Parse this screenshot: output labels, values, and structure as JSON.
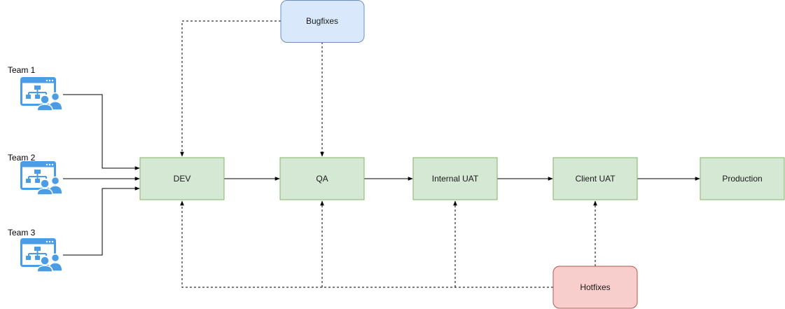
{
  "colors": {
    "stage_fill": "#d5e8d4",
    "stage_stroke": "#82b366",
    "bugfix_fill": "#dae8fc",
    "bugfix_stroke": "#6c8ebf",
    "hotfix_fill": "#f8cecc",
    "hotfix_stroke": "#b85450",
    "team_icon": "#4a9de4"
  },
  "teams": [
    {
      "label": "Team 1",
      "icon": "team-org-chart-icon"
    },
    {
      "label": "Team 2",
      "icon": "team-org-chart-icon"
    },
    {
      "label": "Team 3",
      "icon": "team-org-chart-icon"
    }
  ],
  "stages": [
    {
      "id": "dev",
      "label": "DEV"
    },
    {
      "id": "qa",
      "label": "QA"
    },
    {
      "id": "internal-uat",
      "label": "Internal UAT"
    },
    {
      "id": "client-uat",
      "label": "Client UAT"
    },
    {
      "id": "production",
      "label": "Production"
    }
  ],
  "bugfixes": {
    "label": "Bugfixes"
  },
  "hotfixes": {
    "label": "Hotfixes"
  }
}
